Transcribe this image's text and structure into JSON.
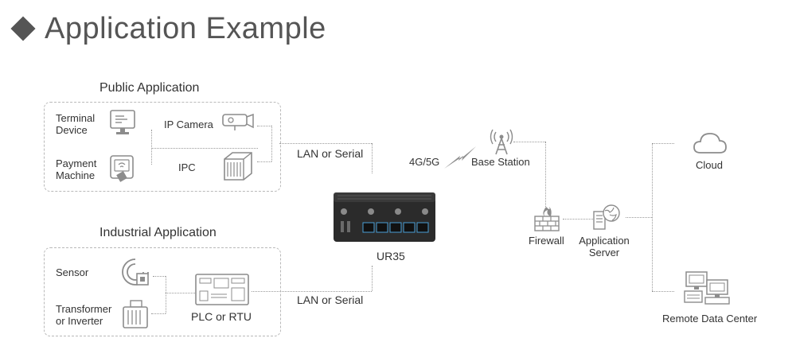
{
  "header": {
    "title": "Application Example"
  },
  "public": {
    "title": "Public Application",
    "terminal": "Terminal\nDevice",
    "payment": "Payment\nMachine",
    "ipcamera": "IP Camera",
    "ipc": "IPC",
    "link": "LAN or Serial"
  },
  "industrial": {
    "title": "Industrial Application",
    "sensor": "Sensor",
    "transformer": "Transformer\nor Inverter",
    "plc": "PLC or RTU",
    "link": "LAN or Serial"
  },
  "router": {
    "name": "UR35"
  },
  "network": {
    "cellular": "4G/5G",
    "base_station": "Base Station",
    "firewall": "Firewall",
    "app_server": "Application\nServer",
    "cloud": "Cloud",
    "remote": "Remote Data Center"
  },
  "colors": {
    "line": "#9a9a9a",
    "icon": "#8c8c8c",
    "router": "#2b2b2b",
    "port": "#4a9fd6"
  }
}
